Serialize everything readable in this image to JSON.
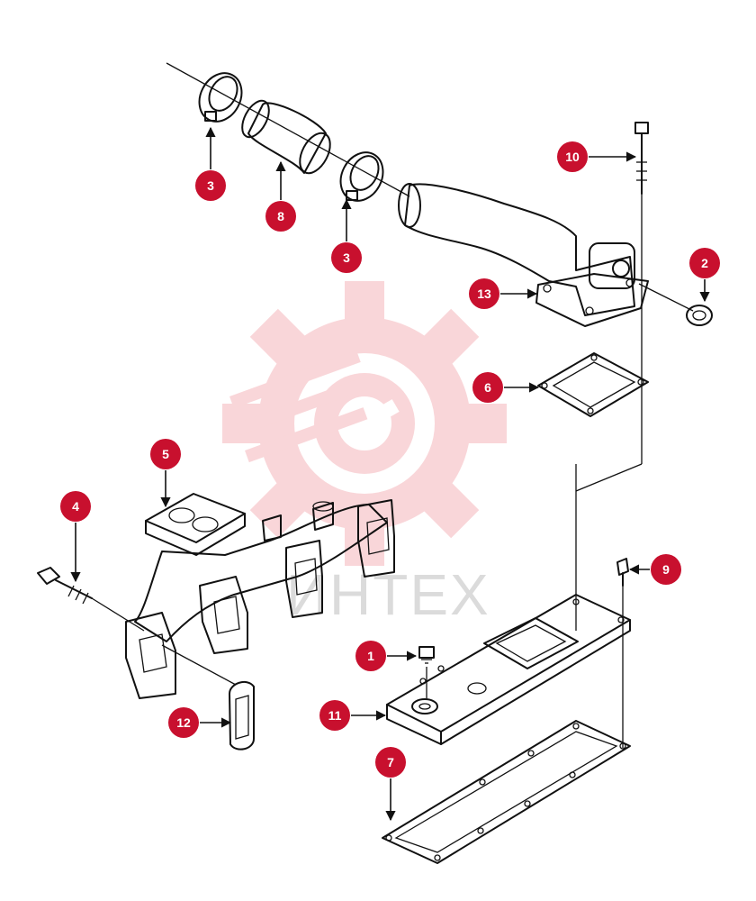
{
  "watermark": {
    "text": "ИНТЕХ",
    "color": "#e84b55"
  },
  "callout_color": "#c8102e",
  "callouts": [
    {
      "label": "3"
    },
    {
      "label": "8"
    },
    {
      "label": "3"
    },
    {
      "label": "10"
    },
    {
      "label": "2"
    },
    {
      "label": "13"
    },
    {
      "label": "6"
    },
    {
      "label": "5"
    },
    {
      "label": "4"
    },
    {
      "label": "9"
    },
    {
      "label": "1"
    },
    {
      "label": "11"
    },
    {
      "label": "12"
    },
    {
      "label": "7"
    }
  ]
}
